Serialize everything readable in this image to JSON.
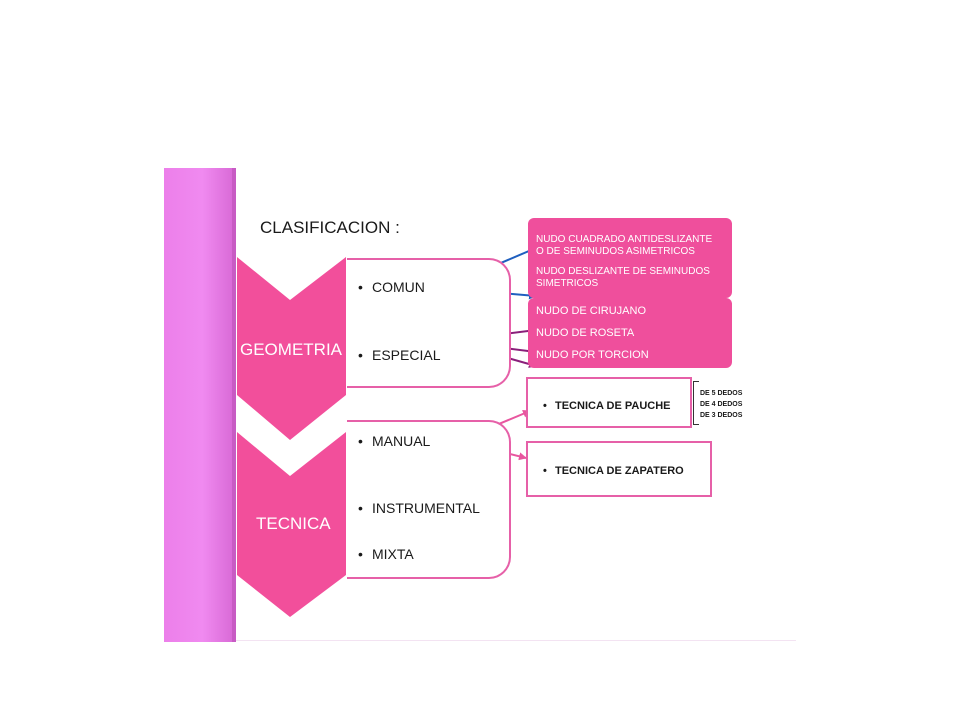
{
  "title": "CLASIFICACION :",
  "geometria": {
    "label": "GEOMETRIA",
    "items": [
      "COMUN",
      "ESPECIAL"
    ]
  },
  "tecnica": {
    "label": "TECNICA",
    "items": [
      "MANUAL",
      "INSTRUMENTAL",
      "MIXTA"
    ]
  },
  "comun_knots": [
    [
      "NUDO CUADRADO ANTIDESLIZANTE",
      "O DE SEMINUDOS ASIMETRICOS"
    ],
    [
      "NUDO DESLIZANTE DE SEMINUDOS",
      "SIMETRICOS"
    ]
  ],
  "especial_knots": [
    "NUDO DE CIRUJANO",
    "NUDO DE ROSETA",
    "NUDO POR TORCION"
  ],
  "manual_techniques": [
    "TECNICA DE PAUCHE",
    "TECNICA DE ZAPATERO"
  ],
  "pauche_fingers": [
    "DE 5 DEDOS",
    "DE 4 DEDOS",
    "DE 3 DEDOS"
  ],
  "bullet": "•",
  "colors": {
    "accent_pink": "#ef4f9c",
    "chevron_pink": "#f24f9b",
    "side_bar": "#ec7fea",
    "arrow_blue": "#1f5fbf",
    "arrow_purple": "#8a1f7a",
    "arrow_pink": "#e8569f"
  }
}
